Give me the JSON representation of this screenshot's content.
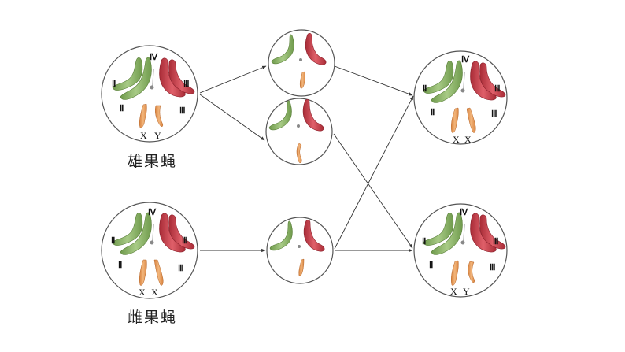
{
  "labels": {
    "male": "雄果蝇",
    "female": "雌果蝇"
  },
  "roman": {
    "II": "Ⅱ",
    "III": "Ⅲ",
    "IV": "Ⅳ"
  },
  "cells": {
    "male_parent": {
      "sex1": "X",
      "sex2": "Y"
    },
    "female_parent": {
      "sex1": "X",
      "sex2": "X"
    },
    "offspring_top": {
      "sex1": "X",
      "sex2": "X"
    },
    "offspring_bottom": {
      "sex1": "X",
      "sex2": "Y"
    }
  },
  "colors": {
    "green": "#8fb56b",
    "red": "#c93a45",
    "orange": "#e69a55",
    "outline": "#555555",
    "arrow": "#333333"
  }
}
